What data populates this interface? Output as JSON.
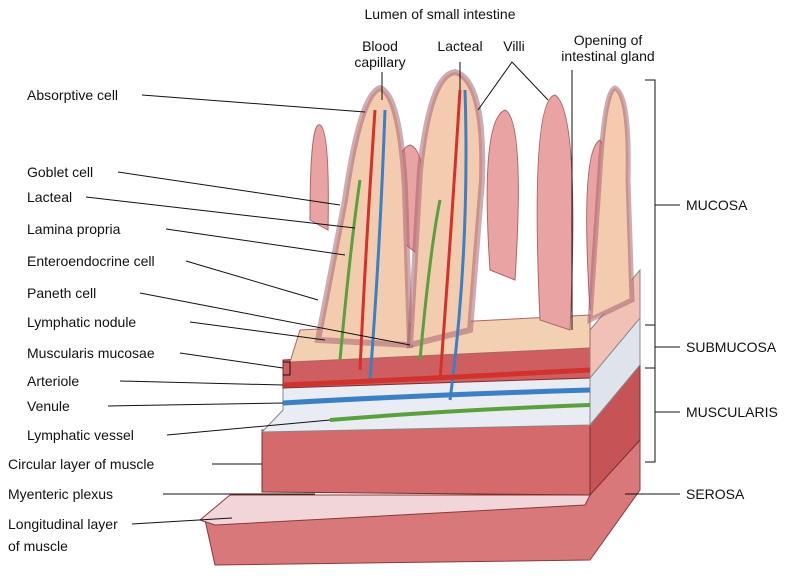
{
  "title": "Lumen of small intestine",
  "top_labels": {
    "blood_capillary_1": "Blood",
    "blood_capillary_2": "capillary",
    "lacteal": "Lacteal",
    "villi": "Villi",
    "opening_1": "Opening of",
    "opening_2": "intestinal gland"
  },
  "left_labels": {
    "absorptive_cell": "Absorptive cell",
    "goblet_cell": "Goblet cell",
    "lacteal": "Lacteal",
    "lamina_propria": "Lamina propria",
    "enteroendocrine_cell": "Enteroendocrine cell",
    "paneth_cell": "Paneth cell",
    "lymphatic_nodule": "Lymphatic nodule",
    "muscularis_mucosae": "Muscularis mucosae",
    "arteriole": "Arteriole",
    "venule": "Venule",
    "lymphatic_vessel": "Lymphatic vessel",
    "circular_muscle": "Circular layer of muscle",
    "myenteric_plexus": "Myenteric plexus",
    "longitudinal_1": "Longitudinal layer",
    "longitudinal_2": "of muscle"
  },
  "right_labels": {
    "mucosa": "MUCOSA",
    "submucosa": "SUBMUCOSA",
    "muscularis": "MUSCULARIS",
    "serosa": "SEROSA"
  },
  "colors": {
    "tissue": "#e8a3a0",
    "muscle": "#c9585a",
    "artery": "#d2322d",
    "vein": "#3b7fc4",
    "lymph": "#5aa03c",
    "submucosa": "#e9ecf2"
  }
}
